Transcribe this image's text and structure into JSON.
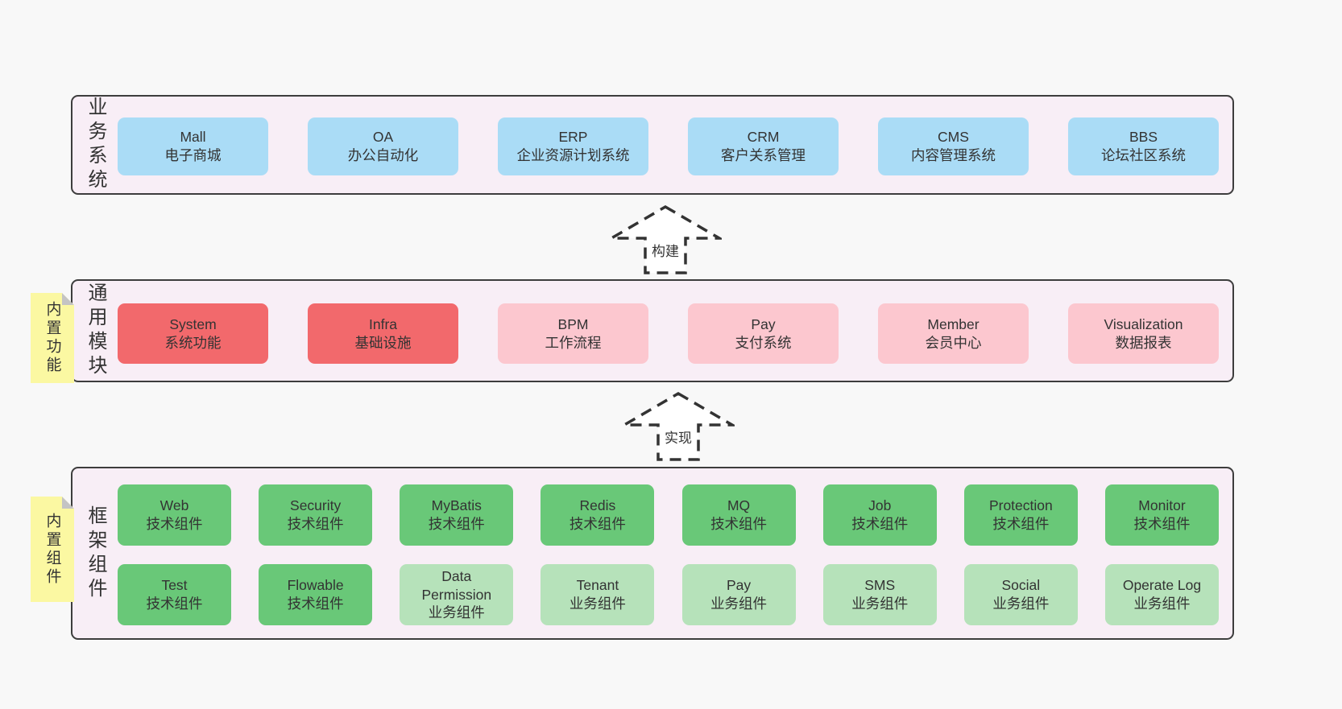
{
  "colors": {
    "page_bg": "#f8f8f8",
    "band_bg": "#f8eef6",
    "band_border": "#3d3d3d",
    "blue": "#aadcf6",
    "red": "#f2696c",
    "pink": "#fcc7cf",
    "green": "#69c878",
    "light_green": "#b6e2ba",
    "sticky_yellow": "#fbf8a2",
    "sticky_fold": "#c4c4c4",
    "text": "#333333"
  },
  "bands": {
    "business": {
      "label": "业务系统",
      "boxes": [
        {
          "name": "Mall",
          "desc": "电子商城",
          "variant": "blue"
        },
        {
          "name": "OA",
          "desc": "办公自动化",
          "variant": "blue"
        },
        {
          "name": "ERP",
          "desc": "企业资源计划系统",
          "variant": "blue"
        },
        {
          "name": "CRM",
          "desc": "客户关系管理",
          "variant": "blue"
        },
        {
          "name": "CMS",
          "desc": "内容管理系统",
          "variant": "blue"
        },
        {
          "name": "BBS",
          "desc": "论坛社区系统",
          "variant": "blue"
        }
      ]
    },
    "modules": {
      "label": "通用模块",
      "sticky": "内置功能",
      "boxes": [
        {
          "name": "System",
          "desc": "系统功能",
          "variant": "red"
        },
        {
          "name": "Infra",
          "desc": "基础设施",
          "variant": "red"
        },
        {
          "name": "BPM",
          "desc": "工作流程",
          "variant": "pink"
        },
        {
          "name": "Pay",
          "desc": "支付系统",
          "variant": "pink"
        },
        {
          "name": "Member",
          "desc": "会员中心",
          "variant": "pink"
        },
        {
          "name": "Visualization",
          "desc": "数据报表",
          "variant": "pink"
        }
      ]
    },
    "framework": {
      "label": "框架组件",
      "sticky": "内置组件",
      "rows": [
        [
          {
            "name": "Web",
            "desc": "技术组件",
            "variant": "green"
          },
          {
            "name": "Security",
            "desc": "技术组件",
            "variant": "green"
          },
          {
            "name": "MyBatis",
            "desc": "技术组件",
            "variant": "green"
          },
          {
            "name": "Redis",
            "desc": "技术组件",
            "variant": "green"
          },
          {
            "name": "MQ",
            "desc": "技术组件",
            "variant": "green"
          },
          {
            "name": "Job",
            "desc": "技术组件",
            "variant": "green"
          },
          {
            "name": "Protection",
            "desc": "技术组件",
            "variant": "green"
          },
          {
            "name": "Monitor",
            "desc": "技术组件",
            "variant": "green"
          }
        ],
        [
          {
            "name": "Test",
            "desc": "技术组件",
            "variant": "green"
          },
          {
            "name": "Flowable",
            "desc": "技术组件",
            "variant": "green"
          },
          {
            "name": "Data Permission",
            "desc": "业务组件",
            "variant": "light_green"
          },
          {
            "name": "Tenant",
            "desc": "业务组件",
            "variant": "light_green"
          },
          {
            "name": "Pay",
            "desc": "业务组件",
            "variant": "light_green"
          },
          {
            "name": "SMS",
            "desc": "业务组件",
            "variant": "light_green"
          },
          {
            "name": "Social",
            "desc": "业务组件",
            "variant": "light_green"
          },
          {
            "name": "Operate Log",
            "desc": "业务组件",
            "variant": "light_green"
          }
        ]
      ]
    }
  },
  "arrows": [
    {
      "label": "构建"
    },
    {
      "label": "实现"
    }
  ]
}
